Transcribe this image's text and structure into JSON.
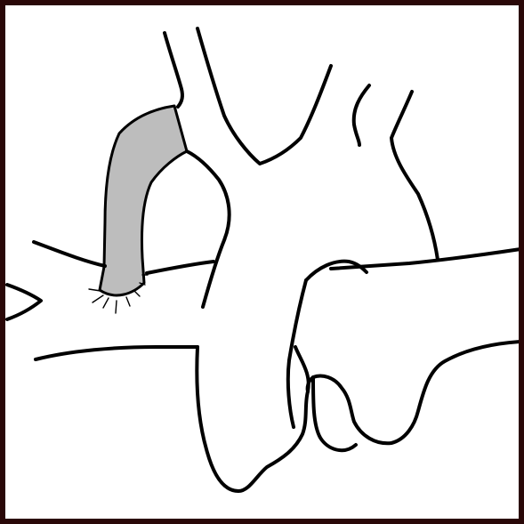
{
  "figure": {
    "background": "#ffffff",
    "frame_color": "#2a0808",
    "line_color": "#000000",
    "graft_fill": "#bdbdbd"
  },
  "elements": [
    {
      "name": "aortic-arch-outline",
      "kind": "vessel"
    },
    {
      "name": "brachiocephalic-trunk",
      "kind": "vessel"
    },
    {
      "name": "left-subclavian-artery",
      "kind": "vessel"
    },
    {
      "name": "pulmonary-artery-outline",
      "kind": "vessel"
    },
    {
      "name": "shunt-graft",
      "kind": "prosthetic-graft"
    },
    {
      "name": "suture-line",
      "kind": "anastomosis"
    }
  ]
}
